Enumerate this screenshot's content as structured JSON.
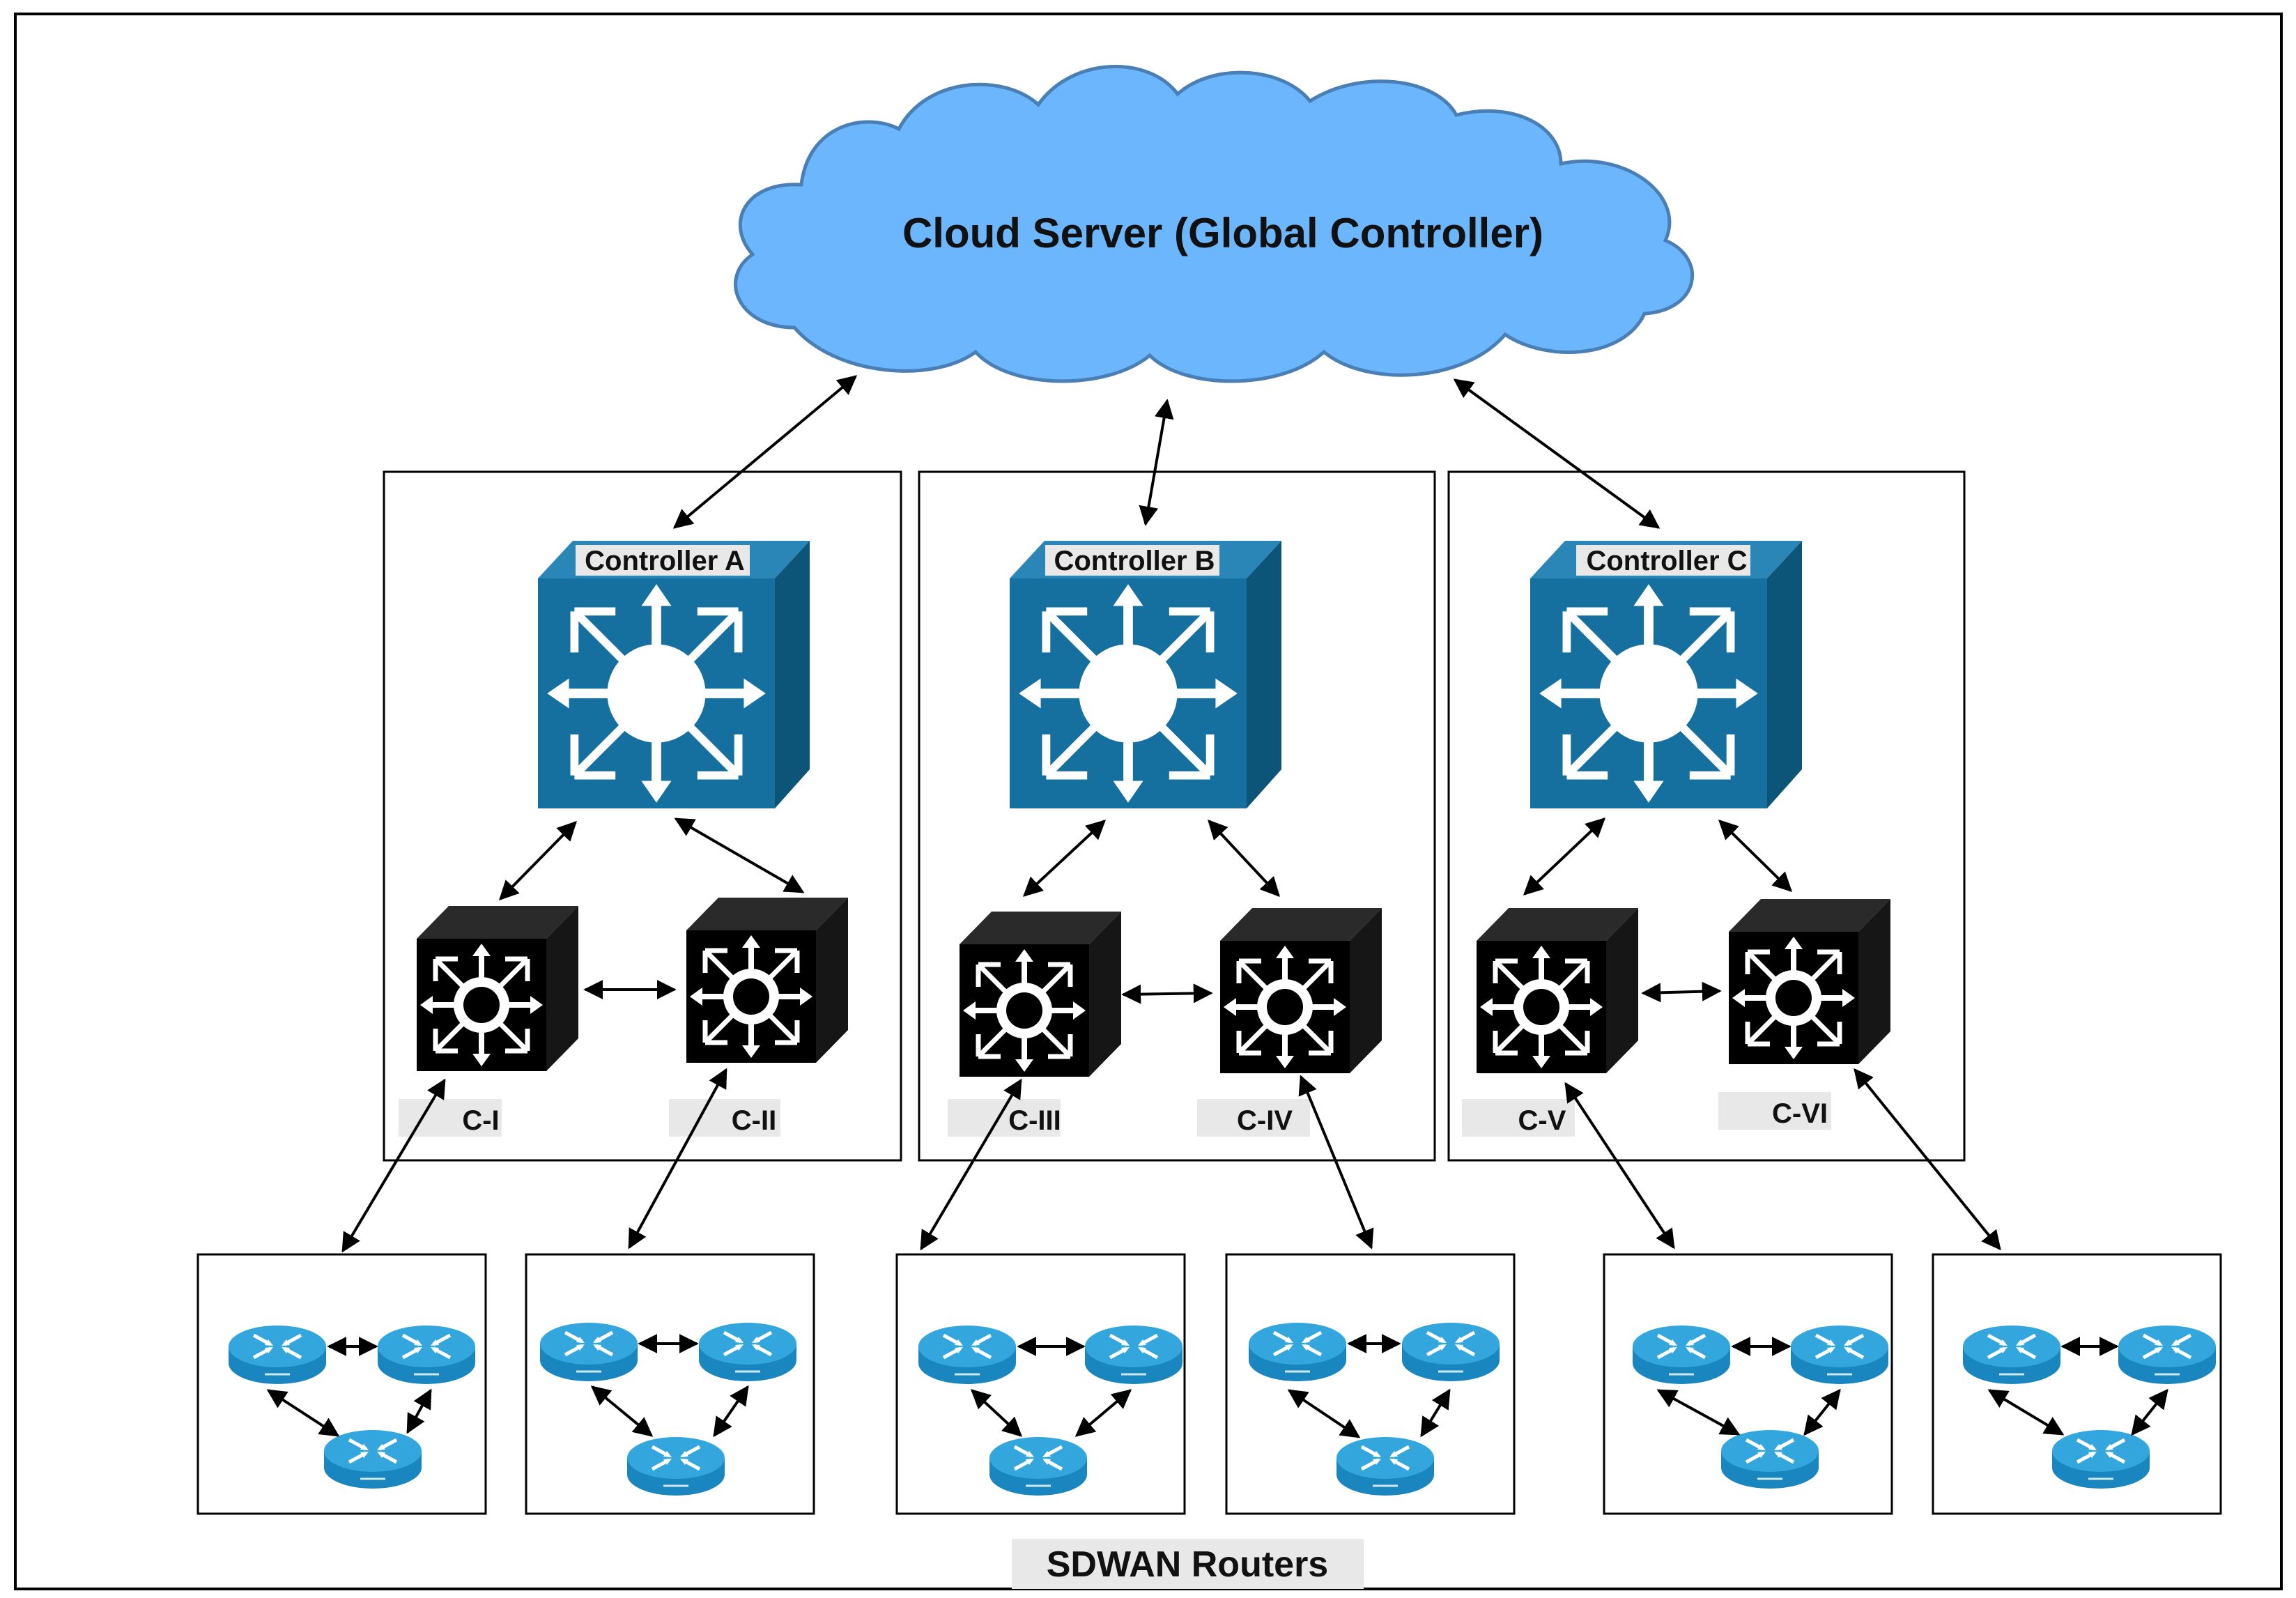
{
  "cloud": {
    "label": "Cloud Server (Global Controller)"
  },
  "controllers": [
    {
      "label": "Controller A",
      "clusters": [
        "C-I",
        "C-II"
      ]
    },
    {
      "label": "Controller B",
      "clusters": [
        "C-III",
        "C-IV"
      ]
    },
    {
      "label": "Controller C",
      "clusters": [
        "C-V",
        "C-VI"
      ]
    }
  ],
  "router_groups": 6,
  "footer": {
    "label": "SDWAN Routers"
  },
  "colors": {
    "cloud_fill": "#6bb6fd",
    "cloud_stroke": "#4a7fb6",
    "controller_front": "#15709f",
    "controller_side": "#0c5578",
    "controller_top": "#2a86b6",
    "switch_front": "#000000",
    "switch_side": "#161616",
    "router_top": "#33a7dd",
    "router_side": "#1a86bf",
    "label_background": "#e8e8e8",
    "line": "#000000"
  }
}
